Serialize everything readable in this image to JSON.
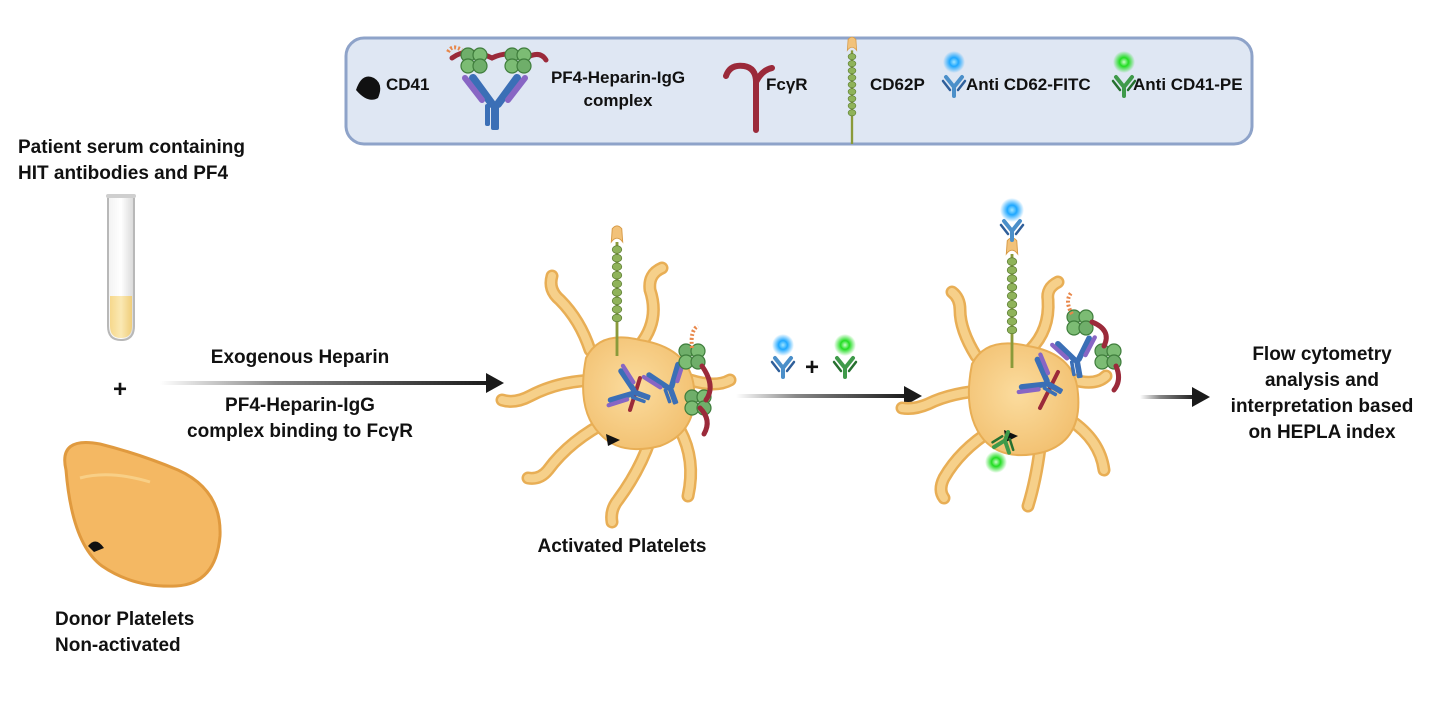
{
  "legend": {
    "cd41": "CD41",
    "complex_line1": "PF4-Heparin-IgG",
    "complex_line2": "complex",
    "fcgr": "FcγR",
    "cd62p": "CD62P",
    "anti_cd62": "Anti CD62-FITC",
    "anti_cd41": "Anti CD41-PE"
  },
  "left": {
    "serum_line1": "Patient serum containing",
    "serum_line2": "HIT antibodies and PF4",
    "plus": "+",
    "donor_line1": "Donor Platelets",
    "donor_line2": "Non-activated"
  },
  "arrow1": {
    "above": "Exogenous Heparin",
    "below_line1": "PF4-Heparin-IgG",
    "below_line2": "complex binding to FcγR"
  },
  "activated_label": "Activated Platelets",
  "stain_plus": "+",
  "result": {
    "line1": "Flow cytometry",
    "line2": "analysis and",
    "line3": "interpretation based",
    "line4": "on HEPLA index"
  },
  "colors": {
    "legend_fill": "#dfe7f3",
    "legend_border": "#8ea3c9",
    "platelet_fill": "#f7cf88",
    "platelet_stroke": "#e8ae55",
    "donor_fill": "#f4b863",
    "fcgr": "#9b2a3a",
    "cd62p_stalk": "#8a9a3a",
    "cd62p_bead": "#8fb35a",
    "cd62p_head": "#f2c27a",
    "antibody_blue": "#3b6fb6",
    "antibody_purple": "#8866c4",
    "pf4_green": "#6fae6a",
    "heparin_orange": "#e8874a",
    "fitc_glow": "#1ea7ff",
    "pe_glow": "#22dd22",
    "anti_cd62_body": "#4b8fc9",
    "anti_cd41_body": "#3f9a4a"
  }
}
